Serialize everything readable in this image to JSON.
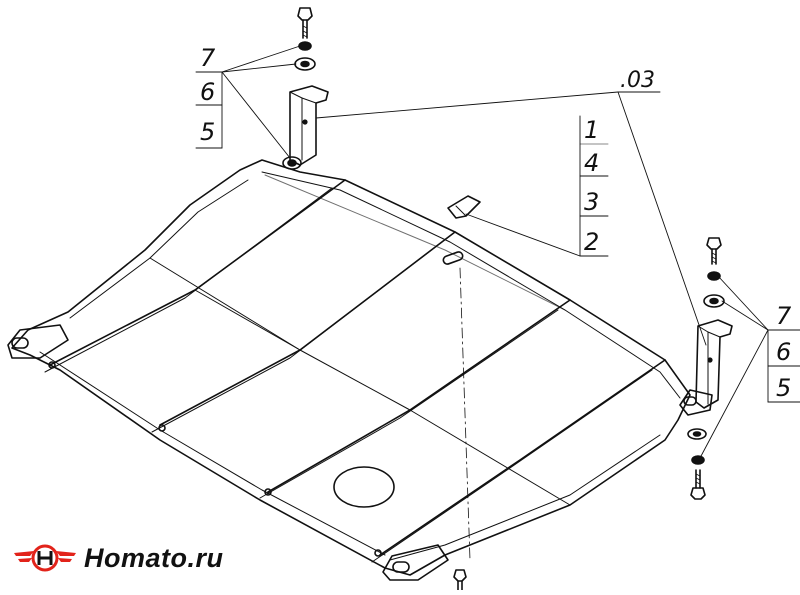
{
  "labels": {
    "part_03": ".03",
    "stack_left": [
      "7",
      "6",
      "5"
    ],
    "stack_center": [
      "1",
      "4",
      "3",
      "2"
    ],
    "stack_right": [
      "7",
      "6",
      "5"
    ]
  },
  "logo": {
    "text": "Homato.ru",
    "icon": "winged-h-logo-icon",
    "color_accent": "#e2231a",
    "color_dark": "#111111"
  }
}
